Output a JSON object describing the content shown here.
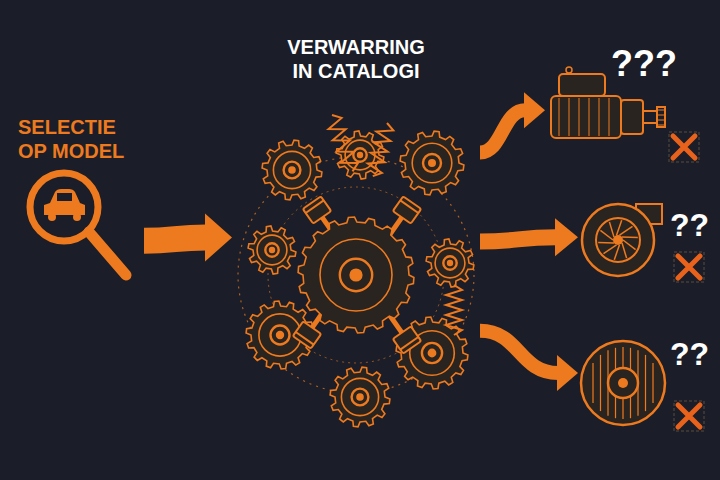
{
  "diagram": {
    "nodes": [
      {
        "text": [
          "SELECTIE OP MODEL"
        ]
      },
      {
        "text": [
          "VERWARRING IN CATALOGI"
        ]
      },
      {
        "text": [
          "???"
        ]
      },
      {
        "text": [
          "??"
        ]
      },
      {
        "text": [
          "??"
        ]
      }
    ],
    "edges": [
      {
        "from": 0,
        "to": 1,
        "arrow": "to"
      },
      {
        "from": 1,
        "to": 2,
        "arrow": "to"
      },
      {
        "from": 1,
        "to": 3,
        "arrow": "to"
      },
      {
        "from": 1,
        "to": 4,
        "arrow": "to"
      }
    ]
  }
}
